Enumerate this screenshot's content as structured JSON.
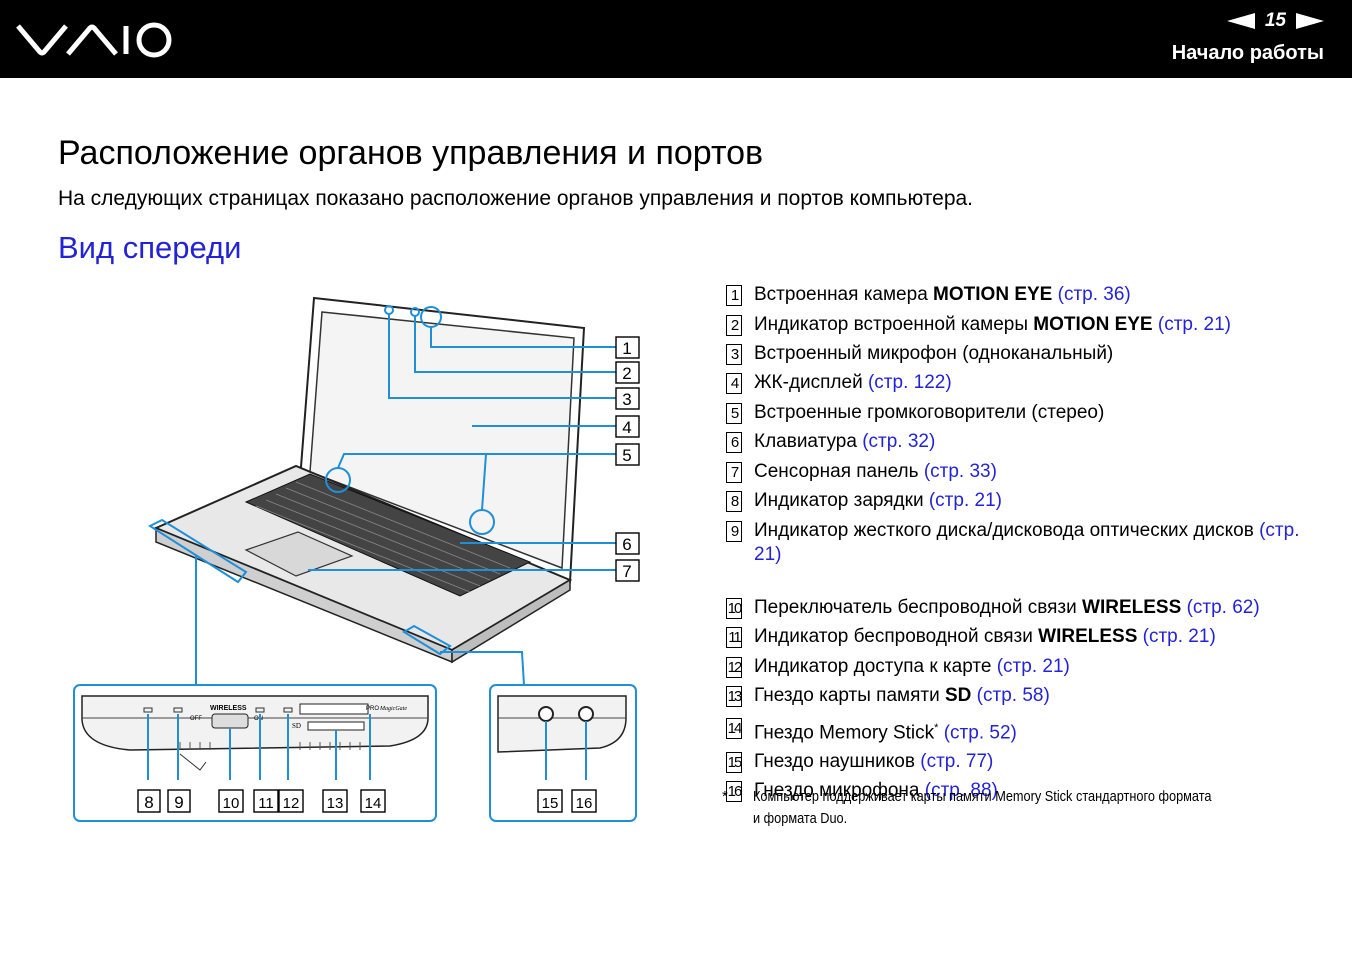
{
  "header": {
    "page_number": "15",
    "section_title": "Начало работы"
  },
  "page": {
    "title": "Расположение органов управления и портов",
    "intro": "На следующих страницах показано расположение органов управления и портов компьютера.",
    "subtitle": "Вид спереди"
  },
  "figure": {
    "labels": [
      "1",
      "2",
      "3",
      "4",
      "5",
      "6",
      "7",
      "8",
      "9",
      "10",
      "11",
      "12",
      "13",
      "14",
      "15",
      "16"
    ],
    "panel_text": {
      "wireless": "WIRELESS",
      "off": "OFF",
      "on": "ON",
      "sd": "SD",
      "pro": "PRO",
      "magicgate": "MagicGate"
    }
  },
  "legend": [
    {
      "num": "1",
      "text": "Встроенная камера ",
      "bold": "MOTION EYE",
      "link": "(стр. 36)"
    },
    {
      "num": "2",
      "text": "Индикатор встроенной камеры ",
      "bold": "MOTION EYE",
      "link": "(стр. 21)"
    },
    {
      "num": "3",
      "text": "Встроенный микрофон (одноканальный)",
      "bold": "",
      "link": ""
    },
    {
      "num": "4",
      "text": "ЖК-дисплей ",
      "bold": "",
      "link": "(стр. 122)"
    },
    {
      "num": "5",
      "text": "Встроенные громкоговорители (стерео)",
      "bold": "",
      "link": ""
    },
    {
      "num": "6",
      "text": "Клавиатура ",
      "bold": "",
      "link": "(стр. 32)"
    },
    {
      "num": "7",
      "text": "Сенсорная панель ",
      "bold": "",
      "link": "(стр. 33)"
    },
    {
      "num": "8",
      "text": "Индикатор зарядки ",
      "bold": "",
      "link": "(стр. 21)"
    },
    {
      "num": "9",
      "text": "Индикатор жесткого диска/дисковода оптических дисков ",
      "bold": "",
      "link": "(стр. 21)"
    },
    {
      "num": "10",
      "text": "Переключатель беспроводной связи ",
      "bold": "WIRELESS",
      "link": "(стр. 62)"
    },
    {
      "num": "11",
      "text": "Индикатор беспроводной связи ",
      "bold": "WIRELESS",
      "link": "(стр. 21)"
    },
    {
      "num": "12",
      "text": "Индикатор доступа к карте ",
      "bold": "",
      "link": "(стр. 21)"
    },
    {
      "num": "13",
      "text": "Гнездо карты памяти ",
      "bold": "SD",
      "link": "(стр. 58)"
    },
    {
      "num": "14",
      "text": "Гнездо Memory Stick",
      "bold": "",
      "sup": "*",
      "link": "(стр. 52)"
    },
    {
      "num": "15",
      "text": "Гнездо наушников ",
      "bold": "",
      "link": "(стр. 77)"
    },
    {
      "num": "16",
      "text": "Гнездо микрофона ",
      "bold": "",
      "link": "(стр. 88)"
    }
  ],
  "footnote": {
    "mark": "*",
    "text": "Компьютер поддерживает карты памяти Memory Stick стандартного формата и формата Duo."
  },
  "colors": {
    "header_bg": "#000000",
    "link": "#2323d6",
    "callout": "#1e8fd8"
  }
}
